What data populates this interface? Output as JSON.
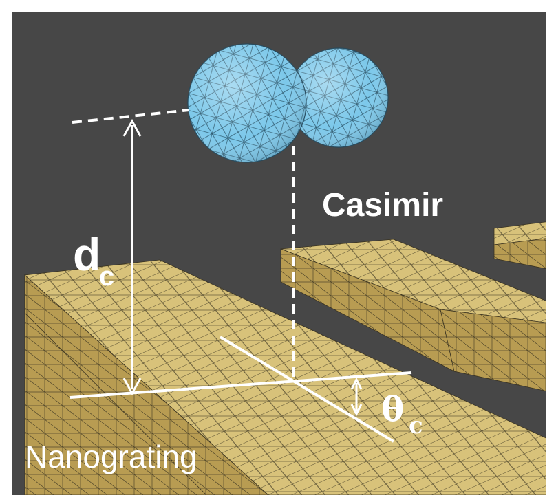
{
  "labels": {
    "distance_main": "d",
    "distance_sub": "c",
    "casimir": "Casimir",
    "angle_main": "θ",
    "angle_sub": "c",
    "nanograting": "Nanograting"
  },
  "colors": {
    "background": "#474747",
    "frame": "#ffffff",
    "grating_top": "#d8c27a",
    "grating_side": "#b89c52",
    "grating_mesh": "#3a3320",
    "sphere_fill": "#7cc8ea",
    "sphere_mesh": "#234a5e",
    "annotation": "#ffffff"
  }
}
